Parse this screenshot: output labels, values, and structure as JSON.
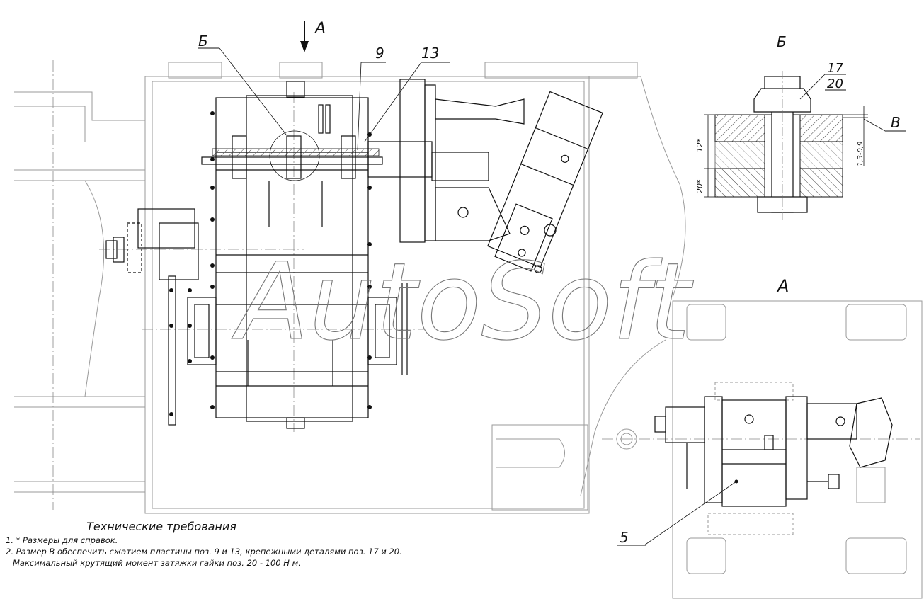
{
  "labels": {
    "view_a_arrow": "А",
    "callout_b": "Б",
    "callout_9": "9",
    "callout_13": "13",
    "detail_b_title": "Б",
    "callout_17": "17",
    "callout_20": "20",
    "callout_v": "В",
    "dim_12": "12*",
    "dim_20": "20*",
    "dim_13": "1,3-0,9",
    "view_a_title": "А",
    "callout_5": "5"
  },
  "watermark": "AutoSoft",
  "notes": {
    "title": "Технические требования",
    "lines": [
      "1. * Размеры для справок.",
      "2. Размер В обеспечить сжатием пластины поз. 9 и 13, крепежными деталями поз. 17 и 20.",
      "Максимальный крутящий момент затяжки гайки поз. 20 -  100 Н м."
    ]
  },
  "colors": {
    "line": "#111111",
    "frame": "#9a9a9a",
    "centerline": "#888888",
    "hatch": "#444444"
  }
}
